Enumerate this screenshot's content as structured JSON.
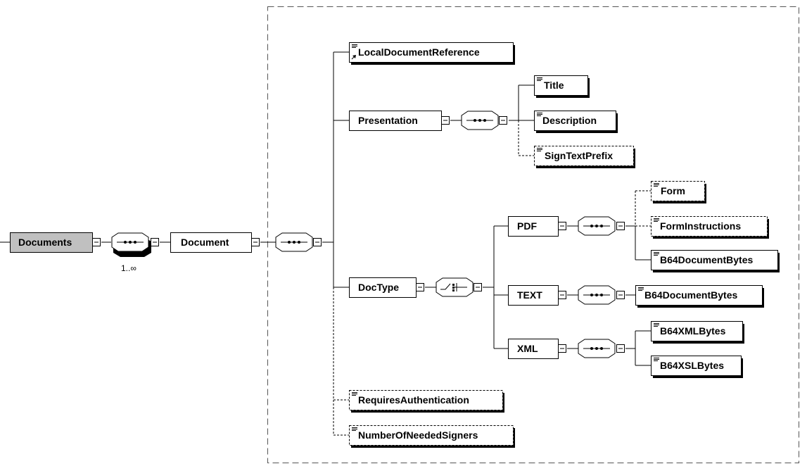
{
  "diagram": {
    "elements": {
      "documents": "Documents",
      "document": "Document",
      "local_document_reference": "LocalDocumentReference",
      "presentation": "Presentation",
      "title": "Title",
      "description": "Description",
      "sign_text_prefix": "SignTextPrefix",
      "doc_type": "DocType",
      "pdf": "PDF",
      "form": "Form",
      "form_instructions": "FormInstructions",
      "pdf_b64_document_bytes": "B64DocumentBytes",
      "text": "TEXT",
      "text_b64_document_bytes": "B64DocumentBytes",
      "xml": "XML",
      "b64_xml_bytes": "B64XMLBytes",
      "b64_xsl_bytes": "B64XSLBytes",
      "requires_authentication": "RequiresAuthentication",
      "number_of_needed_signers": "NumberOfNeededSigners"
    },
    "cardinality": "1..∞",
    "icons": {
      "sequence": "sequence-compositor-icon",
      "choice": "choice-compositor-icon",
      "collapse": "collapse-minus-icon",
      "simple_type": "simple-content-icon",
      "reference": "reference-arrow-icon"
    },
    "colors": {
      "root_fill": "#c0c0c0",
      "box_fill": "#ffffff",
      "line": "#000000"
    }
  }
}
